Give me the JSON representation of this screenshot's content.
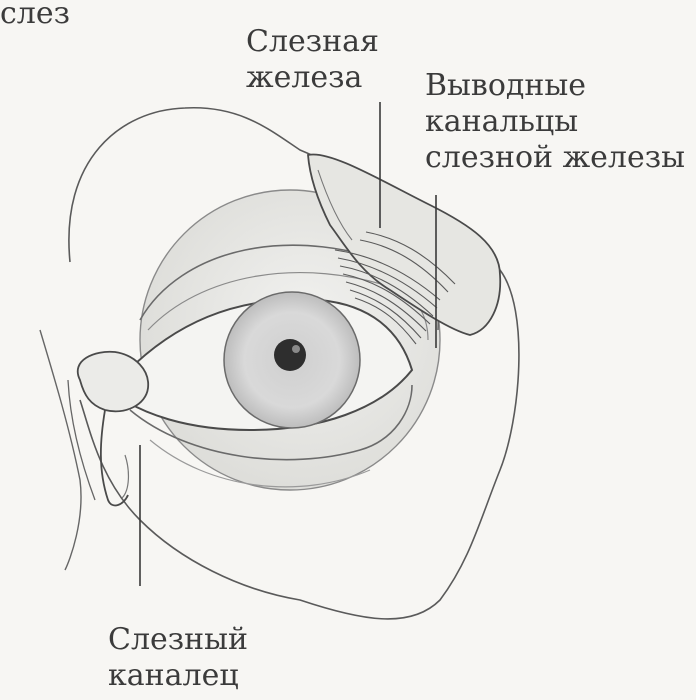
{
  "labels": {
    "top_fragment": "слез",
    "lacrimal_gland": [
      "Слезная",
      "железа"
    ],
    "excretory_ducts": [
      "Выводные",
      "канальцы",
      "слезной железы"
    ],
    "lacrimal_canaliculus": [
      "Слезный",
      "каналец"
    ]
  }
}
